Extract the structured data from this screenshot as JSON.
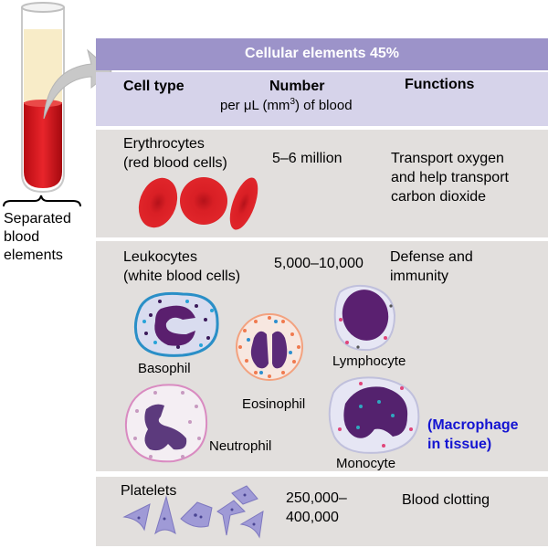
{
  "left_panel": {
    "caption_lines": [
      "Separated",
      "blood",
      "elements"
    ]
  },
  "table": {
    "title": "Cellular elements 45%",
    "headers": {
      "cell_type": "Cell type",
      "number": "Number",
      "number_unit_prefix": "per μL (mm",
      "number_unit_sup": "3",
      "number_unit_suffix": ") of blood",
      "functions": "Functions"
    },
    "rows": [
      {
        "name": "Erythrocytes",
        "subname": "(red blood cells)",
        "number": "5–6 million",
        "function_lines": [
          "Transport oxygen",
          "and help transport",
          "carbon dioxide"
        ]
      },
      {
        "name": "Leukocytes",
        "subname": "(white blood cells)",
        "number": "5,000–10,000",
        "function_lines": [
          "Defense and",
          "immunity"
        ],
        "cell_labels": {
          "basophil": "Basophil",
          "eosinophil": "Eosinophil",
          "neutrophil": "Neutrophil",
          "lymphocyte": "Lymphocyte",
          "monocyte": "Monocyte"
        },
        "note_lines": [
          "(Macrophage",
          "in tissue)"
        ]
      },
      {
        "name": "Platelets",
        "number_lines": [
          "250,000–",
          "400,000"
        ],
        "function_lines": [
          "Blood clotting"
        ]
      }
    ]
  },
  "colors": {
    "header_dark": "#9c93c9",
    "header_light": "#d6d3ea",
    "section_bg": "#e2dfdd",
    "note_blue": "#1414d2",
    "blood_red": "#d4151d",
    "plasma": "#f8ecc8"
  }
}
